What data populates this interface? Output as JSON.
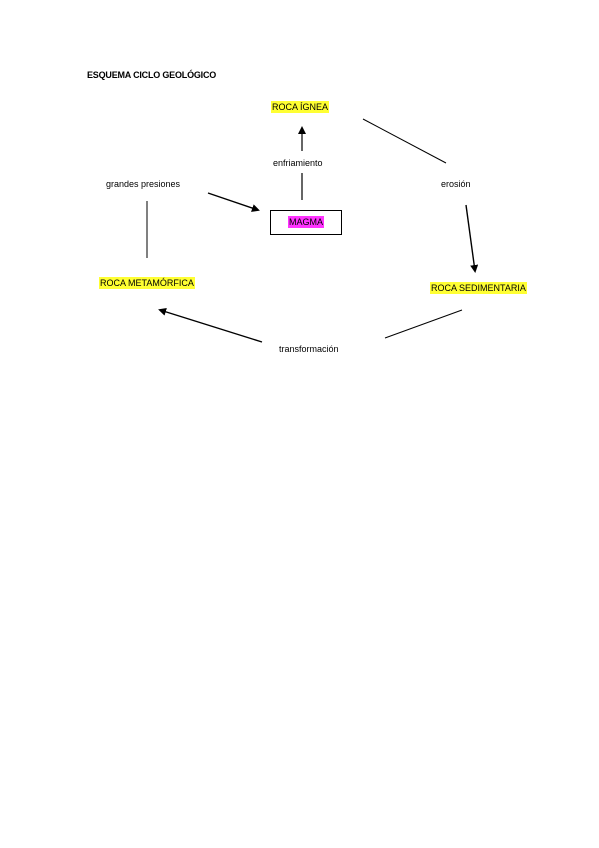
{
  "title": "ESQUEMA CICLO GEOLÓGICO",
  "nodes": {
    "roca_ignea": "ROCA ÍGNEA",
    "magma": "MAGMA",
    "roca_sedimentaria": "ROCA SEDIMENTARIA",
    "roca_metamorfica": "ROCA METAMÓRFICA"
  },
  "processes": {
    "enfriamiento": "enfriamiento",
    "erosion": "erosión",
    "transformacion": "transformación",
    "grandes_presiones": "grandes presiones"
  },
  "colors": {
    "highlight_rock": "#ffff33",
    "highlight_magma": "#ff33ff",
    "line": "#000000"
  }
}
